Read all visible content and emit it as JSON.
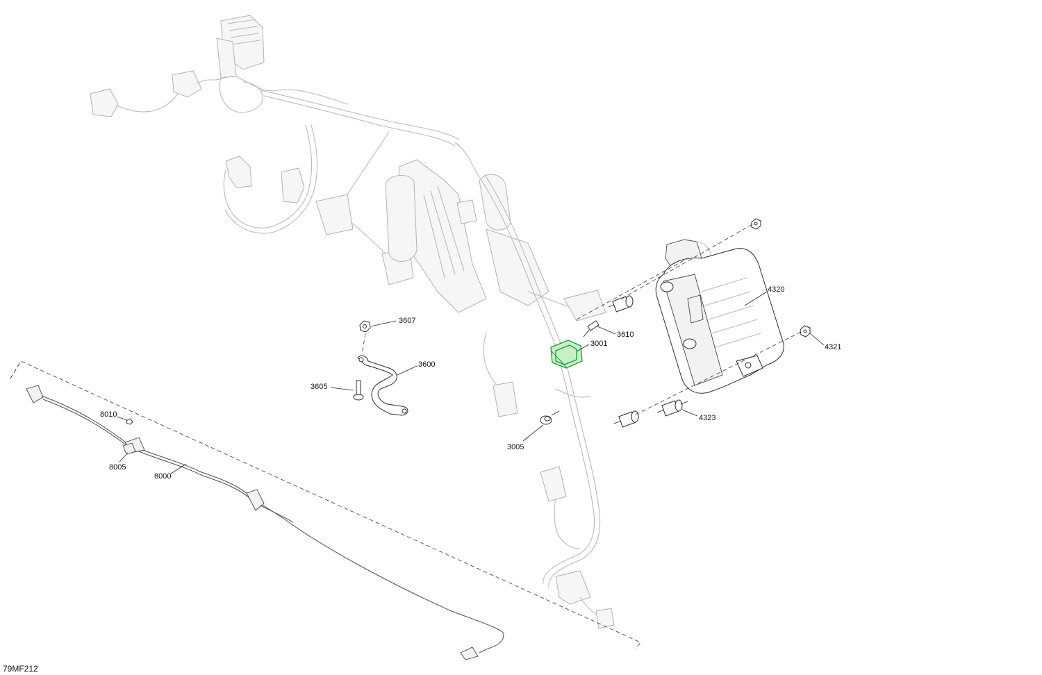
{
  "diagram": {
    "reference_code": "79MF212",
    "callouts": [
      {
        "id": "3607",
        "text": "3607"
      },
      {
        "id": "3610",
        "text": "3610"
      },
      {
        "id": "3001",
        "text": "3001"
      },
      {
        "id": "3600",
        "text": "3600"
      },
      {
        "id": "3605",
        "text": "3605"
      },
      {
        "id": "3005",
        "text": "3005"
      },
      {
        "id": "4320",
        "text": "4320"
      },
      {
        "id": "4321",
        "text": "4321"
      },
      {
        "id": "4323",
        "text": "4323"
      },
      {
        "id": "8010",
        "text": "8010"
      },
      {
        "id": "8005",
        "text": "8005"
      },
      {
        "id": "8000",
        "text": "8000"
      }
    ],
    "highlight_color": "#1a9a3a"
  }
}
